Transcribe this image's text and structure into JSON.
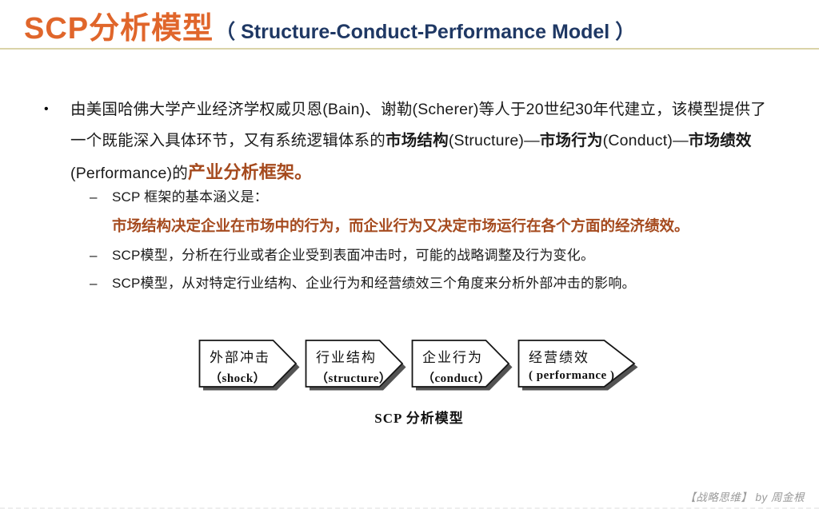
{
  "header": {
    "title_cn": "SCP分析模型",
    "title_en": "（ Structure-Conduct-Performance Model ）"
  },
  "content": {
    "bullet_glyph": "•",
    "dash_glyph": "–",
    "para": {
      "p1": "由美国哈佛大学产业经济学权威贝恩(Bain)、谢勒(Scherer)等人于20世纪30年代建立，该模型提供了一个既能深入具体环节，又有系统逻辑体系的",
      "b1": "市场结构",
      "p2": "(Structure)—",
      "b2": "市场行为",
      "p3": "(Conduct)—",
      "b3": "市场绩效",
      "p4": "(Performance)的",
      "em": "产业分析框架。"
    },
    "sub": {
      "s1_label": "SCP 框架的基本涵义是：",
      "s1_em": "市场结构决定企业在市场中的行为，而企业行为又决定市场运行在各个方面的经济绩效。",
      "s2": "SCP模型，分析在行业或者企业受到表面冲击时，可能的战略调整及行为变化。",
      "s3": "SCP模型，从对特定行业结构、企业行为和经营绩效三个角度来分析外部冲击的影响。"
    }
  },
  "diagram": {
    "steps": [
      {
        "cn": "外部冲击",
        "en": "（shock）"
      },
      {
        "cn": "行业结构",
        "en": "（structure）"
      },
      {
        "cn": "企业行为",
        "en": "（conduct）"
      },
      {
        "cn": "经营绩效",
        "en": "( performance )"
      }
    ],
    "caption": "SCP 分析模型"
  },
  "footer": {
    "watermark": "【战略思维】 by 周金根"
  },
  "colors": {
    "title_orange": "#E0662B",
    "title_navy": "#1F3864",
    "divider_khaki": "#DAD3A8",
    "emphasis_brown": "#A54A1E",
    "watermark_gray": "#9A9A9A"
  }
}
